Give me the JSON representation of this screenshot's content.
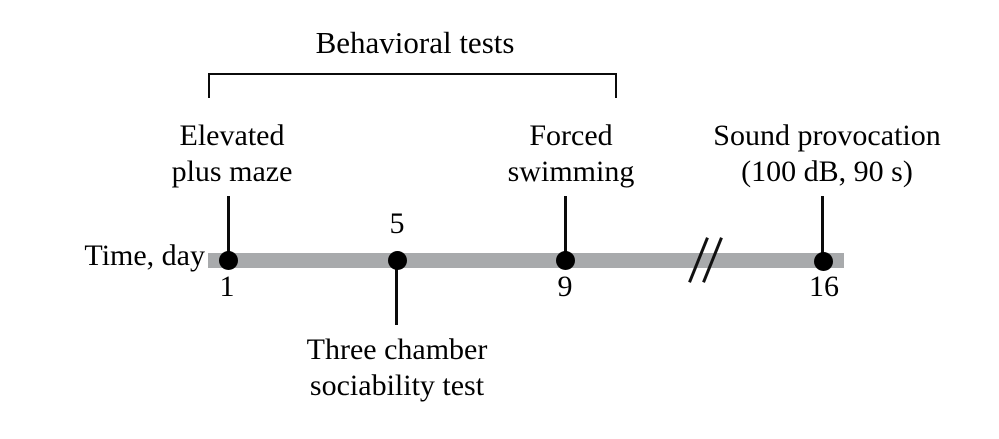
{
  "figure": {
    "type": "experiment-timeline",
    "bracket": {
      "label": "Behavioral tests",
      "from_day": "1",
      "to_day": "9"
    },
    "axis": {
      "label": "Time, day",
      "break_symbol": "//",
      "bar_color": "#a8aaac",
      "dot_color": "#000000"
    },
    "events": [
      {
        "day": "1",
        "line1": "Elevated",
        "line2": "plus maze",
        "side": "above"
      },
      {
        "day": "5",
        "line1": "Three chamber",
        "line2": "sociability test",
        "side": "below"
      },
      {
        "day": "9",
        "line1": "Forced",
        "line2": "swimming",
        "side": "above"
      },
      {
        "day": "16",
        "line1": "Sound provocation",
        "line2": "(100 dB, 90 s)",
        "side": "above"
      }
    ]
  }
}
